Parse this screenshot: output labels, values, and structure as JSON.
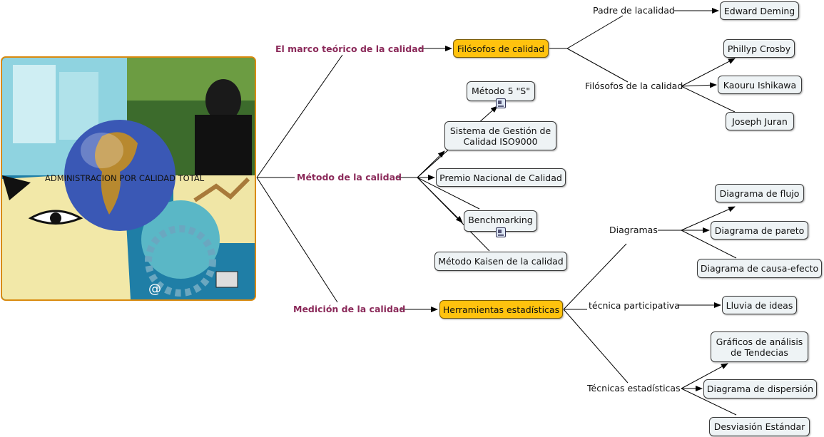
{
  "root": {
    "label": "ADMINISTRACION POR CALIDAD TOTAL"
  },
  "branches": {
    "marco": "El marco teórico de la calidad",
    "metodo": "Método de la calidad",
    "medicion": "Medición de la calidad"
  },
  "nodes": {
    "filosofos": "Filósofos de calidad",
    "padre": "Padre de lacalidad",
    "deming": "Edward Deming",
    "filosofos_calidad": "Filósofos de la calidad",
    "crosby": "Phillyp Crosby",
    "ishikawa": "Kaouru Ishikawa",
    "juran": "Joseph Juran",
    "metodo5s": "Método 5 \"S\"",
    "iso": "Sistema de Gestión de Calidad ISO9000",
    "premio": "Premio Nacional de Calidad",
    "benchmarking": "Benchmarking",
    "kaisen": "Método Kaisen de la calidad",
    "herramientas": "Herramientas estadísticas",
    "diagramas": "Diagramas",
    "flujo": "Diagrama de flujo",
    "pareto": "Diagrama de pareto",
    "causa": "Diagrama de causa-efecto",
    "tecnica_participativa": "técnica participativa",
    "lluvia": "Lluvia de ideas",
    "tecnicas_estadisticas": "Técnicas estadísticas",
    "graficos": "Gráficos de análisis de Tendecias",
    "dispersion": "Diagrama de dispersión",
    "desviacion": "Desviasión Estándar"
  },
  "icons": [
    "document-icon",
    "document-icon"
  ],
  "colors": {
    "branch_text": "#8b2a5a",
    "highlight_node": "#ffc20e",
    "node_fill": "#eef3f5",
    "image_border": "#d98a0f"
  }
}
